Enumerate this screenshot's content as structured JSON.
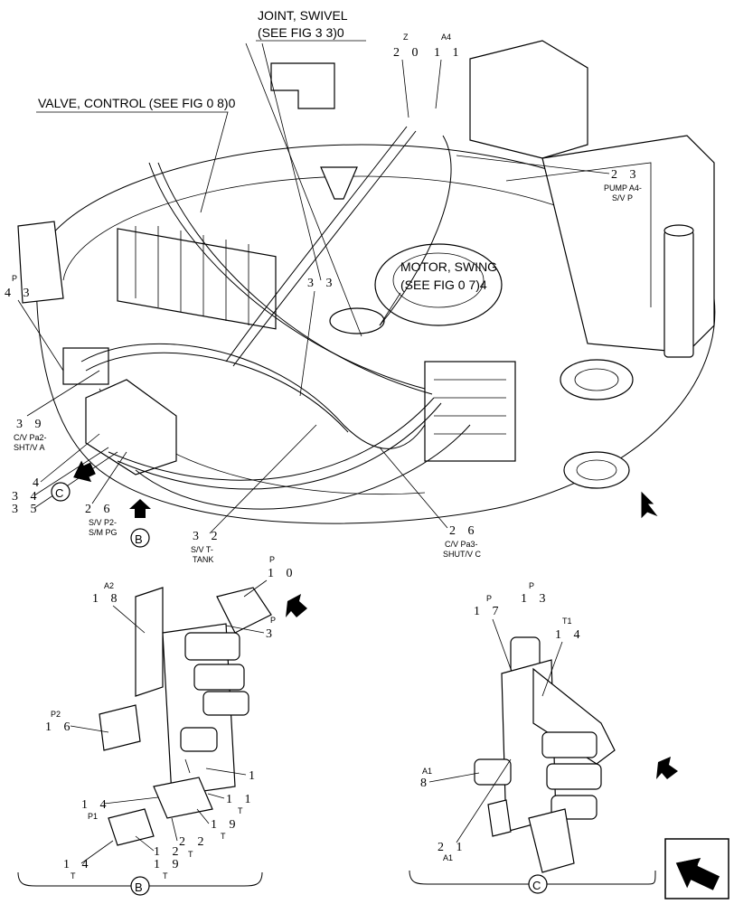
{
  "callouts": {
    "joint_swivel": [
      "JOINT, SWIVEL",
      "(SEE FIG 3 3)0"
    ],
    "valve_control": "VALVE, CONTROL (SEE FIG 0 8)0",
    "motor_swing": [
      "MOTOR, SWING",
      "(SEE FIG 0 7)4"
    ],
    "z": "Z",
    "n20": "2 0",
    "a4": "A4",
    "n11": "1 1",
    "n23": "2 3",
    "pump": [
      "PUMP A4-",
      "S/V P"
    ],
    "p_top": "P",
    "n43": "4 3",
    "n33": "3 3",
    "n39": "3 9",
    "cv_pa2": [
      "C/V Pa2-",
      "SHT/V A"
    ],
    "n4": "4",
    "n34": "3 4",
    "n35": "3 5",
    "n26a": "2 6",
    "sv_p2": [
      "S/V P2-",
      "S/M PG"
    ],
    "n32": "3 2",
    "sv_t": [
      "S/V T-",
      "TANK"
    ],
    "n26b": "2 6",
    "cv_pa3": [
      "C/V Pa3-",
      "SHUT/V C"
    ],
    "view_c": "C",
    "view_b": "B"
  },
  "detail_b": {
    "a2": "A2",
    "n18": "1 8",
    "p10": "P",
    "n10": "1 0",
    "p3": "P",
    "n3": "3",
    "p2": "P2",
    "n16": "1 6",
    "n1": "1",
    "n14a": "1 4",
    "p1": "P1",
    "n11": "1 1",
    "t11": "T",
    "n19a": "1 9",
    "t19a": "T",
    "n22": "2 2",
    "t22": "T",
    "n12": "1 2",
    "n19b": "1 9",
    "t19b": "T",
    "n14b": "1 4",
    "t14": "T",
    "label": "B"
  },
  "detail_c": {
    "p17": "P",
    "n17": "1 7",
    "p13": "P",
    "n13": "1 3",
    "t1": "T1",
    "n14": "1 4",
    "a1": "A1",
    "n8": "8",
    "n21": "2 1",
    "a1b": "A1",
    "label": "C"
  }
}
